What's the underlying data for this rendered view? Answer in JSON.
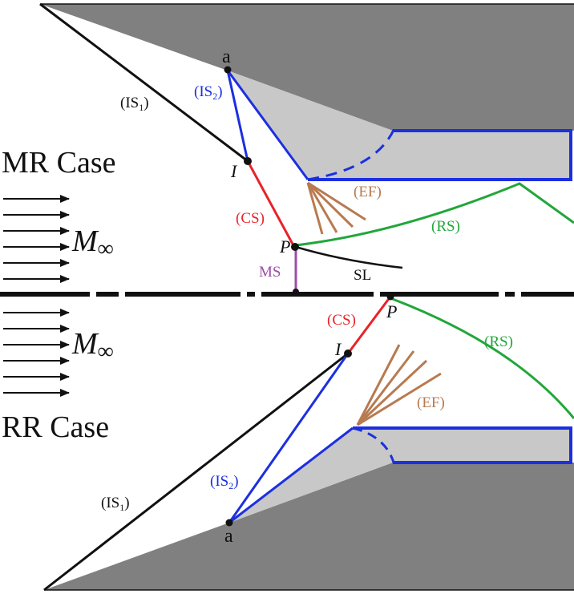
{
  "titles": {
    "top_case": "MR Case",
    "bottom_case": "RR Case"
  },
  "freestream": {
    "symbol": "M",
    "subscript": "∞"
  },
  "labels": {
    "top": {
      "point_a": "a",
      "IS1_text": "(IS",
      "IS1_sub": "1",
      "IS2_text": "(IS",
      "IS2_sub": "2",
      "point_I": "I",
      "CS": "(CS)",
      "point_P": "P",
      "EF": "(EF)",
      "RS": "(RS)",
      "MS": "MS",
      "SL": "SL"
    },
    "bottom": {
      "CS": "(CS)",
      "point_P": "P",
      "point_I": "I",
      "RS": "(RS)",
      "EF": "(EF)",
      "IS2_text": "(IS",
      "IS2_sub": "2",
      "IS1_text": "(IS",
      "IS1_sub": "1",
      "point_a": "a"
    }
  },
  "colors": {
    "wall_dark": "#808080",
    "wall_light": "#c8c8c8",
    "incident_shock": "#111111",
    "second_shock": "#1c2fe0",
    "contact_shock": "#e8232a",
    "reflected_shock": "#22a63a",
    "expansion_fan": "#b87a50",
    "mach_stem": "#9b4ea6",
    "arrow": "#111111"
  }
}
